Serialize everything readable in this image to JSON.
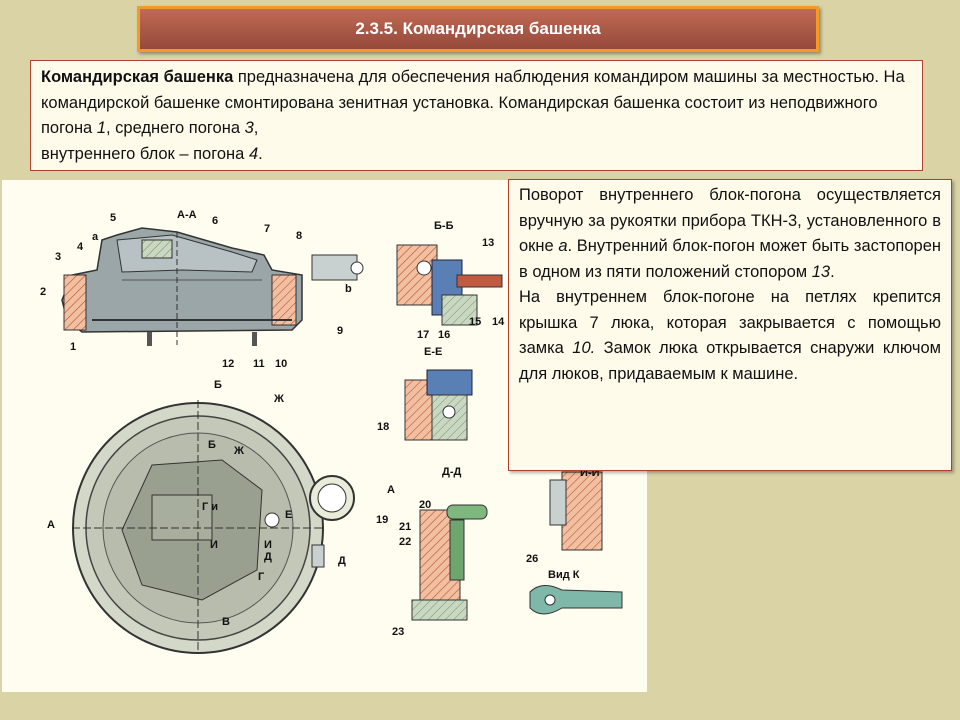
{
  "title": "2.3.5. Командирская башенка",
  "intro": {
    "bold": "Командирская башенка",
    "p1": " предназначена для обеспечения наблюдения командиром машины за местностью. На командирской башенке смонтирована зенитная установка. Командирская башенка состоит из неподвижного погона ",
    "n1": "1",
    "p2": ", среднего погона ",
    "n3": "3",
    "p3": ",",
    "p4": " внутреннего блок – погона ",
    "n4": "4",
    "p5": "."
  },
  "side": {
    "s1": "Поворот внутреннего блок-погона осуществляется вручную за рукоятки прибора ТКН-3, установленного в окне ",
    "sa": "а",
    "s2": ". Внутренний блок-погон может быть застопорен в одном из пяти положений стопором ",
    "s13": "13",
    "s3": ".",
    "t1": "На внутреннем блок-погоне на петлях крепится крышка 7 люка, которая закрывается с помощью замка ",
    "t10": "10.",
    "t2": " Замок люка открывается снаружи ключом для люков, придаваемым к машине."
  },
  "drawing": {
    "section_aa": "А-А",
    "section_bb": "Б-Б",
    "section_ee": "Е-Е",
    "section_dd": "Д-Д",
    "section_ii": "И-И",
    "view_k": "Вид К",
    "letter_a": "а",
    "letter_b": "b",
    "letter_B": "Б",
    "letter_Zh": "Ж",
    "letter_A": "А",
    "letter_D": "Д",
    "letter_E": "Е",
    "letter_Gi": "Г и",
    "letter_i": "И",
    "letter_Dd": "Д",
    "letter_G": "Г",
    "letter_V": "В",
    "n1": "1",
    "n2": "2",
    "n3": "3",
    "n4": "4",
    "n5": "5",
    "n6": "6",
    "n7": "7",
    "n8": "8",
    "n9": "9",
    "n10": "10",
    "n11": "11",
    "n12": "12",
    "n13": "13",
    "n14": "14",
    "n15": "15",
    "n16": "16",
    "n17": "17",
    "n18": "18",
    "n19": "19",
    "n20": "20",
    "n21": "21",
    "n22": "22",
    "n23": "23",
    "n26": "26"
  }
}
